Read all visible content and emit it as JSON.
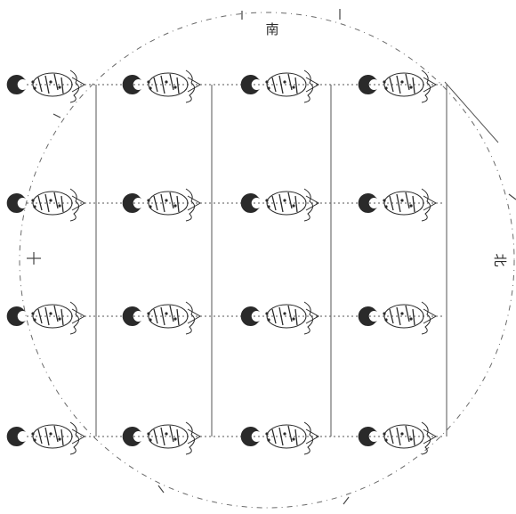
{
  "directions": {
    "top": "南",
    "right": "北",
    "left": "",
    "bottom": ""
  },
  "grid": {
    "rows": 4,
    "cols": 4
  },
  "figure_count": 16,
  "colors": {
    "ink": "#2a2a2a",
    "line": "#555555",
    "background": "#ffffff"
  }
}
